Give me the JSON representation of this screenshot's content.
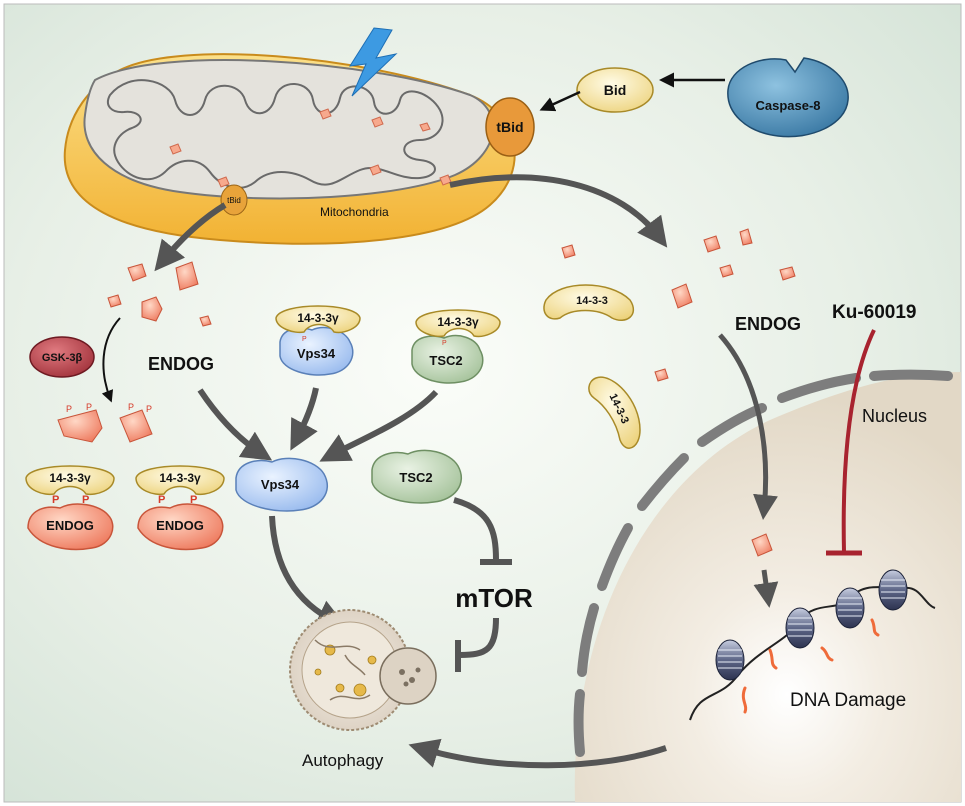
{
  "labels": {
    "mitochondria": "Mitochondria",
    "tbid_small": "tBid",
    "tbid": "tBid",
    "bid": "Bid",
    "caspase8": "Caspase-8",
    "endog_left": "ENDOG",
    "endog_right": "ENDOG",
    "gsk3b": "GSK-3β",
    "vps34_top": "Vps34",
    "tsc2_top": "TSC2",
    "vps34_mid": "Vps34",
    "tsc2_mid": "TSC2",
    "mtor": "mTOR",
    "autophagy": "Autophagy",
    "ku60019": "Ku-60019",
    "nucleus": "Nucleus",
    "dna_damage": "DNA Damage",
    "prot1433_a": "14-3-3",
    "prot1433_b": "14-3-3",
    "prot1433g_vps": "14-3-3γ",
    "prot1433g_tsc": "14-3-3γ",
    "prot1433g_l1": "14-3-3γ",
    "prot1433g_l2": "14-3-3γ",
    "endog_complex_1": "ENDOG",
    "endog_complex_2": "ENDOG",
    "phospho": "P"
  }
}
